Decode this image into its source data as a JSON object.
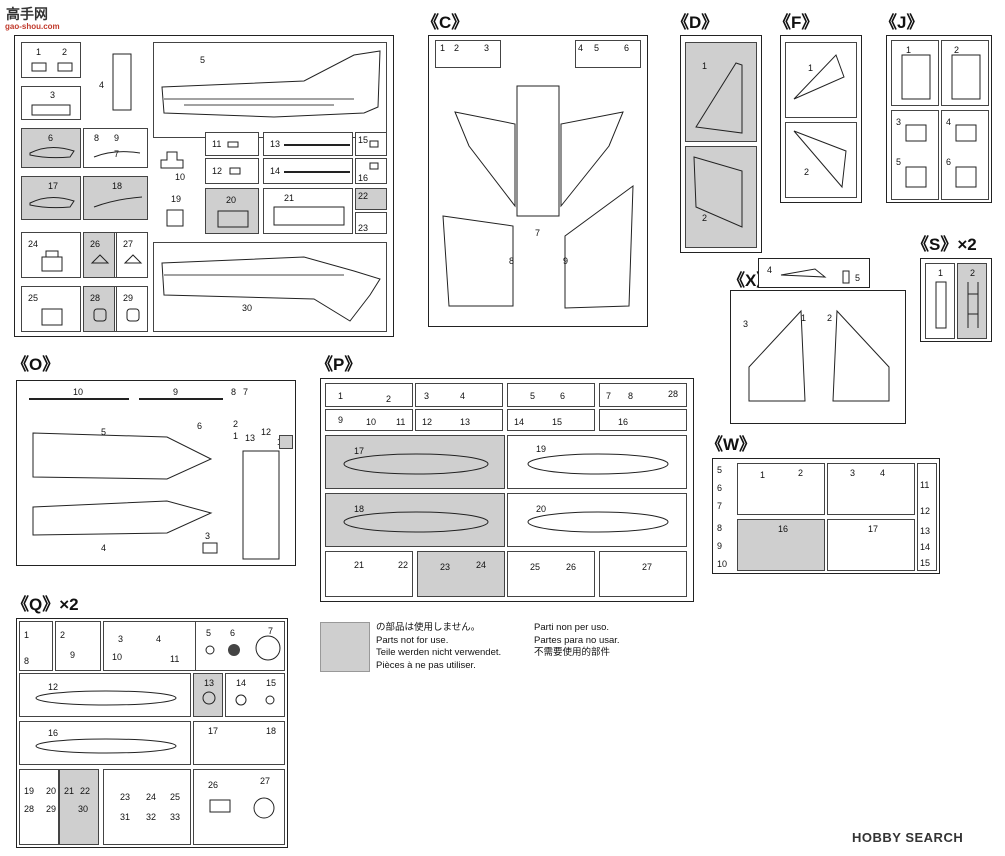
{
  "watermark": {
    "logo_text": "高手网",
    "site": "gao-shou.com",
    "brand": "HOBBY SEARCH"
  },
  "sprues": {
    "C": {
      "label": "《C》",
      "parts": [
        "1",
        "2",
        "3",
        "4",
        "5",
        "6",
        "7",
        "8",
        "9"
      ]
    },
    "D": {
      "label": "《D》",
      "parts": [
        "1",
        "2"
      ]
    },
    "F": {
      "label": "《F》",
      "parts": [
        "1",
        "2"
      ]
    },
    "J": {
      "label": "《J》",
      "parts": [
        "1",
        "2",
        "3",
        "4",
        "5",
        "6"
      ]
    },
    "S": {
      "label": "《S》×2",
      "parts": [
        "1",
        "2"
      ]
    },
    "X": {
      "label": "《X》",
      "parts": [
        "1",
        "2",
        "3",
        "4",
        "5"
      ]
    },
    "O": {
      "label": "《O》",
      "parts": [
        "1",
        "2",
        "3",
        "4",
        "5",
        "6",
        "7",
        "8",
        "9",
        "10",
        "11",
        "12",
        "13"
      ]
    },
    "P": {
      "label": "《P》",
      "parts": [
        "1",
        "2",
        "3",
        "4",
        "5",
        "6",
        "7",
        "8",
        "28",
        "9",
        "10",
        "11",
        "12",
        "13",
        "14",
        "15",
        "16",
        "17",
        "18",
        "19",
        "20",
        "21",
        "22",
        "23",
        "24",
        "25",
        "26",
        "27"
      ]
    },
    "W": {
      "label": "《W》",
      "parts": [
        "1",
        "2",
        "3",
        "4",
        "5",
        "6",
        "7",
        "8",
        "9",
        "10",
        "11",
        "12",
        "13",
        "14",
        "15",
        "16",
        "17"
      ]
    },
    "Q": {
      "label": "《Q》×2",
      "parts": [
        "1",
        "2",
        "3",
        "4",
        "5",
        "6",
        "7",
        "8",
        "9",
        "10",
        "11",
        "12",
        "13",
        "14",
        "15",
        "16",
        "17",
        "18",
        "19",
        "20",
        "21",
        "22",
        "23",
        "24",
        "25",
        "26",
        "27",
        "28",
        "29",
        "30",
        "31",
        "32",
        "33"
      ]
    },
    "A": {
      "parts": [
        "1",
        "2",
        "3",
        "4",
        "5",
        "6",
        "7",
        "8",
        "9",
        "10",
        "11",
        "12",
        "13",
        "14",
        "15",
        "16",
        "17",
        "18",
        "19",
        "20",
        "21",
        "22",
        "23",
        "24",
        "25",
        "26",
        "27",
        "28",
        "29",
        "30"
      ]
    }
  },
  "legend": {
    "col1": "の部品は使用しません。\nParts not for use.\nTeile werden nicht verwendet.\nPièces à ne pas utiliser.",
    "col2": "Parti non per uso.\nPartes para no usar.\n不需要使用的部件"
  }
}
